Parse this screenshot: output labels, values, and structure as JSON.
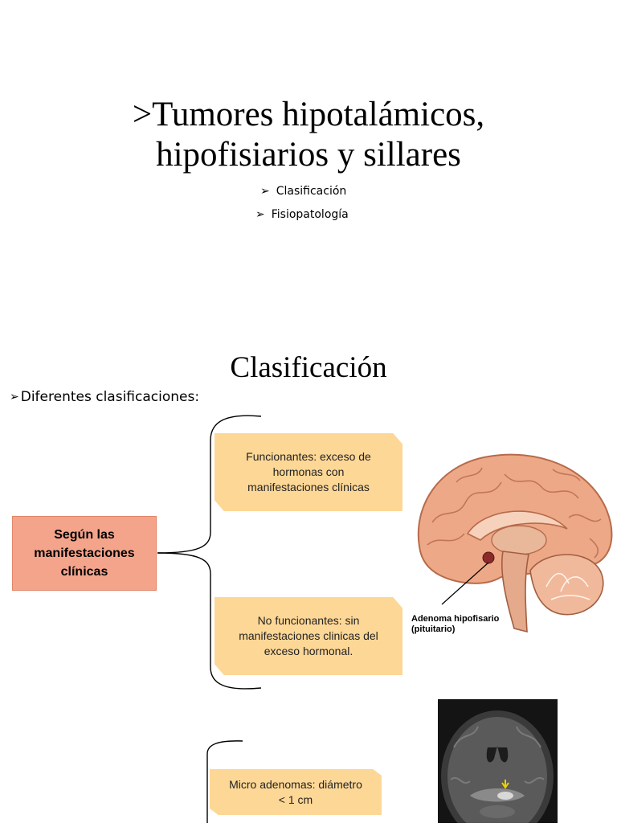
{
  "slide1": {
    "title_line1": ">Tumores hipotalámicos,",
    "title_line2": "hipofisiarios y sillares",
    "bullets": [
      "Clasificación",
      "Fisiopatología"
    ]
  },
  "slide2": {
    "title": "Clasificación",
    "main_bullet": "Diferentes clasificaciones:",
    "category": {
      "line1": "Según las",
      "line2": "manifestaciones",
      "line3": "clínicas"
    },
    "func": {
      "line1": "Funcionantes: exceso de",
      "line2": "hormonas con",
      "line3": "manifestaciones clínicas"
    },
    "nofunc": {
      "line1": "No funcionantes: sin",
      "line2": "manifestaciones clinicas del",
      "line3": "exceso hormonal."
    },
    "brain_caption_line1": "Adenoma hipofisario",
    "brain_caption_line2": "(pituitario)",
    "micro": {
      "line1": "Micro adenomas: diámetro",
      "line2": "< 1 cm"
    }
  },
  "colors": {
    "category_box": "#f4a48b",
    "option_box": "#fdd796"
  },
  "icons": {
    "bullet": "arrowhead-bullet-icon"
  }
}
